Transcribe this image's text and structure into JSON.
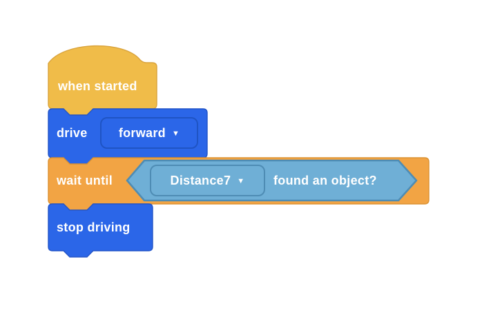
{
  "palette": {
    "canvas_background": "#FFFFFF",
    "hat_fill": "#F0BC49",
    "hat_stroke": "#D9A33C",
    "blue_fill": "#2B66E8",
    "blue_stroke": "#2254C7",
    "orange_fill": "#F2A444",
    "orange_stroke": "#DB9232",
    "boolean_fill": "#6FAFD6",
    "boolean_stroke": "#4E8CB4",
    "label_text": "#FFFFFF"
  },
  "icons": {
    "dropdown_caret": "▼"
  },
  "blocks": {
    "when_started": {
      "type": "hat",
      "label": "when started"
    },
    "drive": {
      "type": "stack",
      "label": "drive",
      "direction_dropdown": {
        "value": "forward"
      }
    },
    "wait_until": {
      "type": "stack",
      "label": "wait until",
      "condition": {
        "type": "boolean",
        "sensor_dropdown": {
          "value": "Distance7"
        },
        "label": "found an object?"
      }
    },
    "stop_driving": {
      "type": "stack",
      "label": "stop driving"
    }
  }
}
